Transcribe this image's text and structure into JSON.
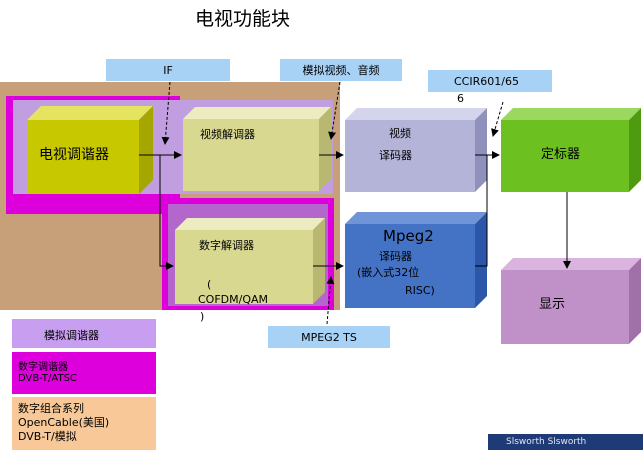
{
  "title": "电视功能块",
  "blocks": {
    "tuner": "电视调谐器",
    "video_demod": "视频解调器",
    "digital_demod": "数字解调器",
    "digital_demod_paren_open": "(",
    "digital_demod_sub": "COFDM/QAM",
    "digital_demod_paren_close": ")",
    "video_decoder_line1": "视频",
    "video_decoder_line2": "译码器",
    "mpeg2_title": "Mpeg2",
    "mpeg2_line2": "译码器",
    "mpeg2_line3": "(嵌入式32位",
    "mpeg2_line4": "RISC)",
    "scaler": "定标器",
    "display": "显示"
  },
  "callouts": {
    "if": "IF",
    "analog_av": "模拟视频、音频",
    "ccir_line1": "CCIR601/65",
    "ccir_line2": "6",
    "mpeg2ts": "MPEG2 TS"
  },
  "legend": {
    "analog_tuner": "模拟调谐器",
    "digital_tuner_line1": "数字调谐器",
    "digital_tuner_line2": "DVB-T/ATSC",
    "combo_line1": "数字组合系列",
    "combo_line2": "OpenCable(美国)",
    "combo_line3": "DVB-T/模拟"
  },
  "footer": "Slsworth Slsworth",
  "colors": {
    "tuner": "#c8c800",
    "video_demod": "#d8d890",
    "video_decoder": "#b4b4d8",
    "mpeg2": "#4472c4",
    "scaler": "#6cc020",
    "display": "#c090c8",
    "callout": "#a8d2f5",
    "legend_analog": "#c89ef0",
    "legend_digital": "#dd00dd",
    "legend_combo": "#f8c898"
  }
}
